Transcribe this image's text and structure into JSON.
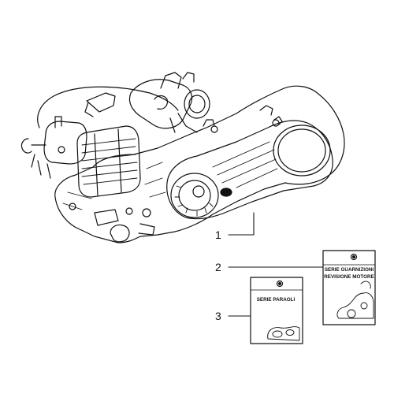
{
  "callouts": [
    {
      "num": "1"
    },
    {
      "num": "2"
    },
    {
      "num": "3"
    }
  ],
  "packages": {
    "gasket_set": {
      "line1": "SERIE GUARNIZIONI",
      "line2": "REVISIONE MOTORE"
    },
    "oil_seal_set": {
      "line1": "SERIE  PARAOLI"
    }
  },
  "colors": {
    "ink": "#111111",
    "paper": "#ffffff"
  }
}
